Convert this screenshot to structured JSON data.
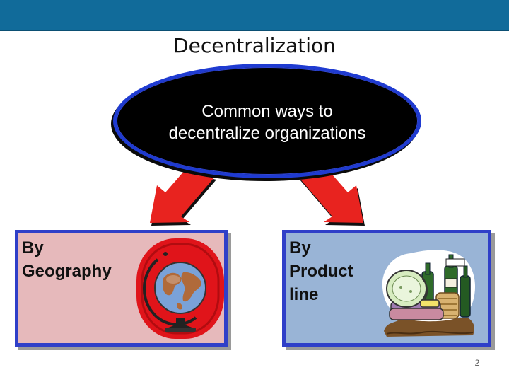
{
  "slide": {
    "title": "Decentralization",
    "center": {
      "text": "Common ways to\ndecentralize organizations"
    },
    "options": [
      {
        "label": "By\nGeography",
        "icon": "globe-icon"
      },
      {
        "label": "By\nProduct\nline",
        "icon": "products-icon"
      }
    ],
    "page_number": "2"
  },
  "colors": {
    "header_bar": "#116b9a",
    "ellipse_fill": "#000000",
    "ellipse_border": "#1f3bd1",
    "arrow": "#e8231f",
    "geography_box": "#e6b9bb",
    "product_box": "#99b4d6",
    "box_border": "#2f3fc8"
  }
}
